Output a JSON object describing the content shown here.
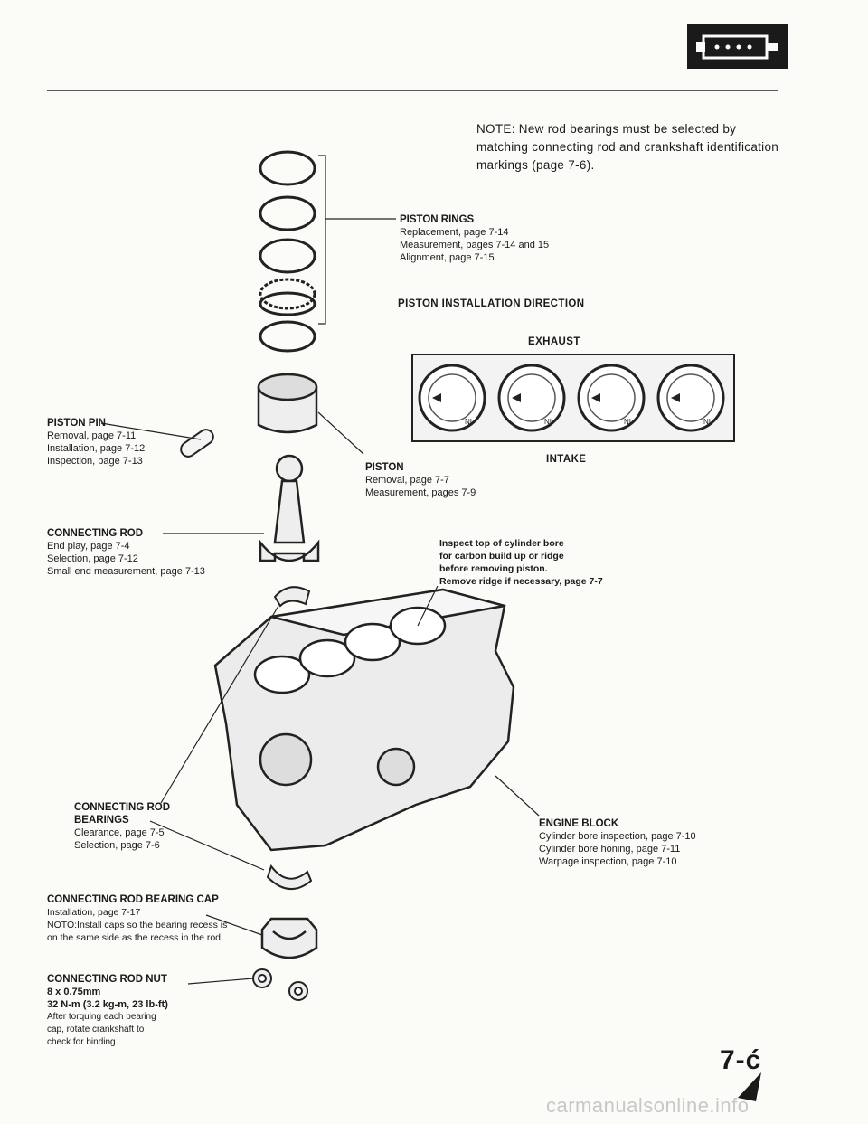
{
  "header_icon": "engine-block-icon",
  "note": "NOTE:  New rod bearings must be selected by matching connecting rod and crankshaft identification markings (page 7-6).",
  "piston_rings": {
    "title": "PISTON RINGS",
    "lines": [
      "Replacement, page 7-14",
      "Measurement, pages 7-14 and 15",
      "Alignment, page 7-15"
    ]
  },
  "installation_direction": {
    "title": "PISTON INSTALLATION DIRECTION",
    "exhaust": "EXHAUST",
    "intake": "INTAKE",
    "piston_mark": "NI"
  },
  "piston_pin": {
    "title": "PISTON PIN",
    "lines": [
      "Removal, page 7-11",
      "Installation, page 7-12",
      "Inspection, page 7-13"
    ]
  },
  "piston": {
    "title": "PISTON",
    "lines": [
      "Removal, page 7-7",
      "Measurement, pages 7-9"
    ]
  },
  "connecting_rod": {
    "title": "CONNECTING ROD",
    "lines": [
      "End play, page 7-4",
      "Selection, page 7-12",
      "Small end measurement, page 7-13"
    ]
  },
  "cylinder_bore_note": {
    "lines": [
      "Inspect top of cylinder bore",
      "for carbon build up or ridge",
      "before removing piston.",
      "Remove ridge if necessary, page 7-7"
    ]
  },
  "rod_bearings": {
    "title_lines": [
      "CONNECTING ROD",
      "BEARINGS"
    ],
    "lines": [
      "Clearance, page 7-5",
      "Selection, page 7-6"
    ]
  },
  "engine_block": {
    "title": "ENGINE BLOCK",
    "lines": [
      "Cylinder bore inspection, page 7-10",
      "Cylinder bore honing, page 7-11",
      "Warpage inspection, page 7-10"
    ]
  },
  "bearing_cap": {
    "title": "CONNECTING ROD BEARING CAP",
    "lines": [
      "Installation, page 7-17",
      "NOTO:Install caps so the bearing recess is",
      "on the same side as the recess in the rod."
    ]
  },
  "rod_nut": {
    "title": "CONNECTING ROD NUT",
    "lines": [
      "8 x 0.75mm",
      "32 N-m (3.2 kg-m, 23 lb-ft)",
      "After torquing each bearing",
      "cap, rotate crankshaft to",
      "check for binding."
    ]
  },
  "page_number": "7-ć",
  "footer": "carmanualsonline.info"
}
